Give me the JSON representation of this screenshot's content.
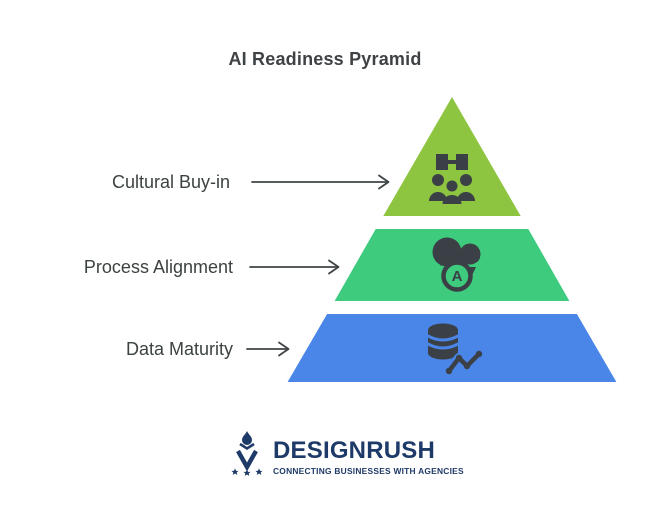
{
  "title": "AI Readiness Pyramid",
  "pyramid": {
    "levels": [
      {
        "label": "Cultural Buy-in",
        "color": "#8DC440",
        "icon": "handshake-people-icon"
      },
      {
        "label": "Process Alignment",
        "color": "#3ECB7E",
        "icon": "cloud-sync-a-icon"
      },
      {
        "label": "Data Maturity",
        "color": "#4A86E8",
        "icon": "database-trend-icon"
      }
    ],
    "sync_letter": "A",
    "icon_color": "#3A4045"
  },
  "arrow_color": "#3F4447",
  "logo": {
    "brand": "DESIGNRUSH",
    "tagline": "CONNECTING BUSINESSES WITH AGENCIES",
    "color": "#1E3A68"
  }
}
